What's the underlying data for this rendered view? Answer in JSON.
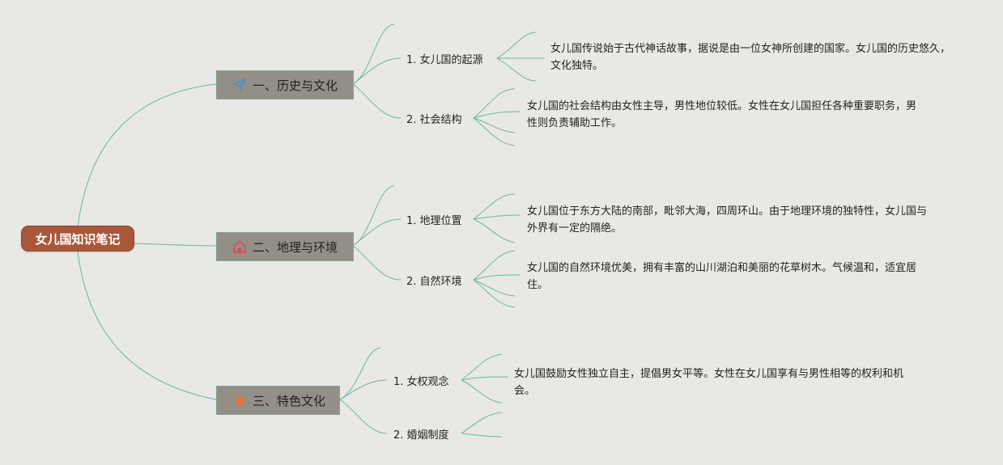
{
  "root": {
    "label": "女儿国知识笔记"
  },
  "branches": [
    {
      "label": "一、历史与文化",
      "icon": "paper-plane-icon",
      "icon_color": "#4a90c8",
      "children": [
        {
          "label": "1. 女儿国的起源",
          "desc": "女儿国传说始于古代神话故事，据说是由一位女神所创建的国家。女儿国的历史悠久，文化独特。"
        },
        {
          "label": "2. 社会结构",
          "desc": "女儿国的社会结构由女性主导，男性地位较低。女性在女儿国担任各种重要职务，男性则负责辅助工作。"
        }
      ]
    },
    {
      "label": "二、地理与环境",
      "icon": "house-icon",
      "icon_color": "#d9485f",
      "children": [
        {
          "label": "1. 地理位置",
          "desc": "女儿国位于东方大陆的南部，毗邻大海，四周环山。由于地理环境的独特性，女儿国与外界有一定的隔绝。"
        },
        {
          "label": "2. 自然环境",
          "desc": "女儿国的自然环境优美，拥有丰富的山川湖泊和美丽的花草树木。气候温和，适宜居住。"
        }
      ]
    },
    {
      "label": "三、特色文化",
      "icon": "star-icon",
      "icon_color": "#e8743b",
      "children": [
        {
          "label": "1. 女权观念",
          "desc": "女儿国鼓励女性独立自主，提倡男女平等。女性在女儿国享有与男性相等的权利和机会。"
        },
        {
          "label": "2. 婚姻制度",
          "desc": ""
        }
      ]
    }
  ],
  "colors": {
    "background": "#e8e9e5",
    "root_fill": "#a8573a",
    "branch_fill": "#948f86",
    "link": "#6fb39a"
  }
}
